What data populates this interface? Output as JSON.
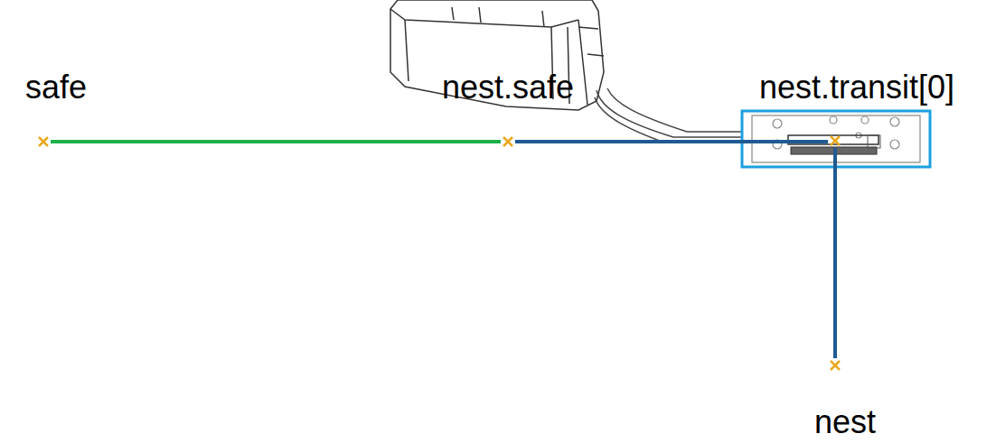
{
  "diagram": {
    "nodes": [
      {
        "text": [
          "safe"
        ]
      },
      {
        "text": [
          "nest.safe"
        ]
      },
      {
        "text": [
          "nest.transit[0]"
        ]
      },
      {
        "text": [
          "nest"
        ]
      }
    ],
    "edges": [
      {
        "from": 0,
        "to": 1,
        "arrow": "none"
      },
      {
        "from": 1,
        "to": 2,
        "arrow": "none"
      },
      {
        "from": 2,
        "to": 3,
        "arrow": "none"
      }
    ]
  }
}
